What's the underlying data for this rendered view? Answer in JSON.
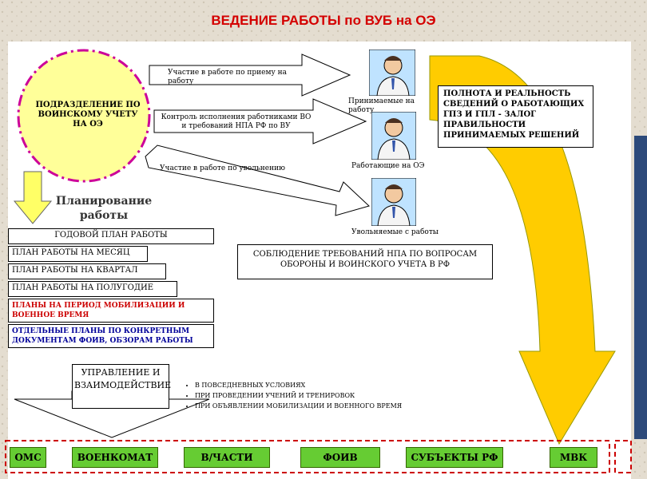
{
  "header": {
    "title": "ВЕДЕНИЕ РАБОТЫ по ВУБ на ОЭ"
  },
  "circle": {
    "label": "ПОДРАЗДЕЛЕНИЕ ПО ВОИНСКОМУ УЧЕТУ НА ОЭ"
  },
  "arrows": {
    "hiring": "Участие в работе по приему на работу",
    "control": "Контроль исполнения работниками ВО и требований НПА РФ по ВУ",
    "dismissal": "Участие в работе по увольнению"
  },
  "people": {
    "hired": "Принимаемые на работу",
    "working": "Работающие на ОЭ",
    "dismissed": "Увольняемые с работы"
  },
  "completeness": {
    "text": "ПОЛНОТА И РЕАЛЬНОСТЬ СВЕДЕНИЙ О РАБОТАЮЩИХ ГПЗ И ГПЛ - ЗАЛОГ ПРАВИЛЬНОСТИ ПРИНИМАЕМЫХ РЕШЕНИЙ"
  },
  "planning": {
    "title": "Планирование работы",
    "plans": [
      "ГОДОВОЙ ПЛАН РАБОТЫ",
      "ПЛАН РАБОТЫ НА МЕСЯЦ",
      "ПЛАН РАБОТЫ НА КВАРТАЛ",
      "ПЛАН РАБОТЫ НА ПОЛУГОДИЕ"
    ],
    "mobilization": "ПЛАНЫ НА ПЕРИОД МОБИЛИЗАЦИИ И ВОЕННОЕ ВРЕМЯ",
    "separate": "ОТДЕЛЬНЫЕ ПЛАНЫ ПО КОНКРЕТНЫМ ДОКУМЕНТАМ ФОИВ, ОБЗОРАМ РАБОТЫ"
  },
  "compliance": {
    "text": "СОБЛЮДЕНИЕ ТРЕБОВАНИЙ НПА ПО ВОПРОСАМ ОБОРОНЫ И ВОИНСКОГО УЧЕТА В РФ"
  },
  "management": {
    "title": "УПРАВЛЕНИЕ И ВЗАИМОДЕЙСТВИЕ",
    "bullets": [
      "В ПОВСЕДНЕВНЫХ УСЛОВИЯХ",
      "ПРИ ПРОВЕДЕНИИ УЧЕНИЙ И ТРЕНИРОВОК",
      "ПРИ ОБЪЯВЛЕНИИ МОБИЛИЗАЦИИ И ВОЕННОГО ВРЕМЯ"
    ]
  },
  "bottom": [
    "ОМС",
    "ВОЕНКОМАТ",
    "В/ЧАСТИ",
    "ФОИВ",
    "СУБЪЕКТЫ РФ",
    "МВК"
  ],
  "colors": {
    "title": "#d40000",
    "circle": "#ffff99",
    "circle_border": "#cc0099",
    "yellow_arrow": "#ffcc00",
    "green": "#66cc33",
    "frame": "#d8d0c0"
  }
}
